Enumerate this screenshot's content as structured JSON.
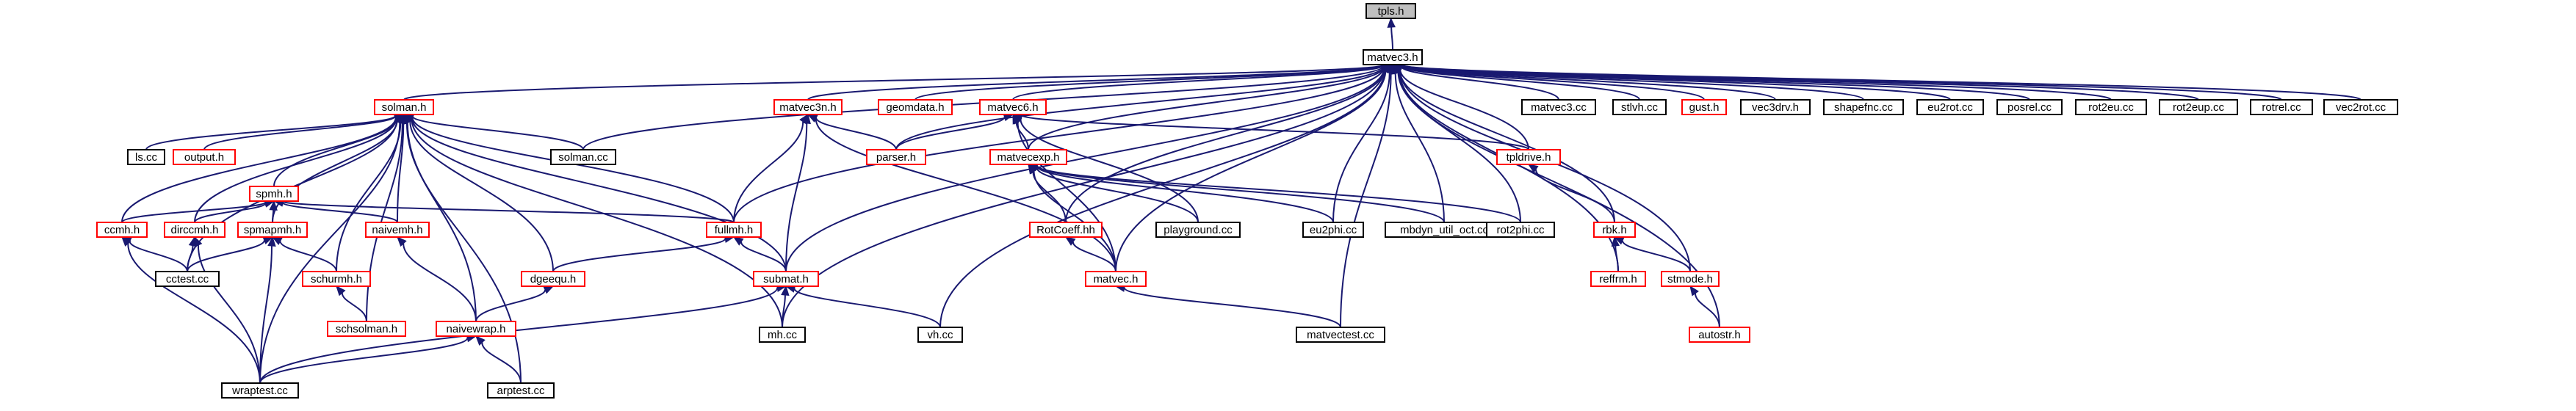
{
  "diagram": {
    "colors": {
      "background": "#ffffff",
      "edge": "#191970",
      "node_border_default": "#000000",
      "node_border_linked": "#ff0000",
      "node_fill_root": "#bfbfbf",
      "node_fill_default": "#ffffff"
    },
    "nodes": [
      {
        "id": "tpls_h",
        "label": "tpls.h",
        "style": "root"
      },
      {
        "id": "matvec3_h",
        "label": "matvec3.h",
        "style": "normal"
      },
      {
        "id": "solman_h",
        "label": "solman.h",
        "style": "linked"
      },
      {
        "id": "matvec3n_h",
        "label": "matvec3n.h",
        "style": "linked"
      },
      {
        "id": "geomdata_h",
        "label": "geomdata.h",
        "style": "linked"
      },
      {
        "id": "matvec6_h",
        "label": "matvec6.h",
        "style": "linked"
      },
      {
        "id": "matvec3_cc",
        "label": "matvec3.cc",
        "style": "normal"
      },
      {
        "id": "stlvh_cc",
        "label": "stlvh.cc",
        "style": "normal"
      },
      {
        "id": "gust_h",
        "label": "gust.h",
        "style": "linked"
      },
      {
        "id": "vec3drv_h",
        "label": "vec3drv.h",
        "style": "normal"
      },
      {
        "id": "shapefnc_cc",
        "label": "shapefnc.cc",
        "style": "normal"
      },
      {
        "id": "eu2rot_cc",
        "label": "eu2rot.cc",
        "style": "normal"
      },
      {
        "id": "posrel_cc",
        "label": "posrel.cc",
        "style": "normal"
      },
      {
        "id": "rot2eu_cc",
        "label": "rot2eu.cc",
        "style": "normal"
      },
      {
        "id": "rot2eup_cc",
        "label": "rot2eup.cc",
        "style": "normal"
      },
      {
        "id": "rotrel_cc",
        "label": "rotrel.cc",
        "style": "normal"
      },
      {
        "id": "vec2rot_cc",
        "label": "vec2rot.cc",
        "style": "normal"
      },
      {
        "id": "ls_cc",
        "label": "ls.cc",
        "style": "normal"
      },
      {
        "id": "output_h",
        "label": "output.h",
        "style": "linked"
      },
      {
        "id": "solman_cc",
        "label": "solman.cc",
        "style": "normal"
      },
      {
        "id": "parser_h",
        "label": "parser.h",
        "style": "linked"
      },
      {
        "id": "matvecexp_h",
        "label": "matvecexp.h",
        "style": "linked"
      },
      {
        "id": "tpldrive_h",
        "label": "tpldrive.h",
        "style": "linked"
      },
      {
        "id": "spmh_h",
        "label": "spmh.h",
        "style": "linked"
      },
      {
        "id": "ccmh_h",
        "label": "ccmh.h",
        "style": "linked"
      },
      {
        "id": "dirccmh_h",
        "label": "dirccmh.h",
        "style": "linked"
      },
      {
        "id": "spmapmh_h",
        "label": "spmapmh.h",
        "style": "linked"
      },
      {
        "id": "naivemh_h",
        "label": "naivemh.h",
        "style": "linked"
      },
      {
        "id": "fullmh_h",
        "label": "fullmh.h",
        "style": "linked"
      },
      {
        "id": "rotcoeff_hh",
        "label": "RotCoeff.hh",
        "style": "linked"
      },
      {
        "id": "playground_cc",
        "label": "playground.cc",
        "style": "normal"
      },
      {
        "id": "eu2phi_cc",
        "label": "eu2phi.cc",
        "style": "normal"
      },
      {
        "id": "mbdyn_util_oct_cc",
        "label": "mbdyn_util_oct.cc",
        "style": "normal"
      },
      {
        "id": "rot2phi_cc",
        "label": "rot2phi.cc",
        "style": "normal"
      },
      {
        "id": "rbk_h",
        "label": "rbk.h",
        "style": "linked"
      },
      {
        "id": "cctest_cc",
        "label": "cctest.cc",
        "style": "normal"
      },
      {
        "id": "schurmh_h",
        "label": "schurmh.h",
        "style": "linked"
      },
      {
        "id": "dgeequ_h",
        "label": "dgeequ.h",
        "style": "linked"
      },
      {
        "id": "submat_h",
        "label": "submat.h",
        "style": "linked"
      },
      {
        "id": "matvec_h",
        "label": "matvec.h",
        "style": "linked"
      },
      {
        "id": "reffrm_h",
        "label": "reffrm.h",
        "style": "linked"
      },
      {
        "id": "stmode_h",
        "label": "stmode.h",
        "style": "linked"
      },
      {
        "id": "schsolman_h",
        "label": "schsolman.h",
        "style": "linked"
      },
      {
        "id": "naivewrap_h",
        "label": "naivewrap.h",
        "style": "linked"
      },
      {
        "id": "mh_cc",
        "label": "mh.cc",
        "style": "normal"
      },
      {
        "id": "vh_cc",
        "label": "vh.cc",
        "style": "normal"
      },
      {
        "id": "matvectest_cc",
        "label": "matvectest.cc",
        "style": "normal"
      },
      {
        "id": "autostr_h",
        "label": "autostr.h",
        "style": "linked"
      },
      {
        "id": "wraptest_cc",
        "label": "wraptest.cc",
        "style": "normal"
      },
      {
        "id": "arptest_cc",
        "label": "arptest.cc",
        "style": "normal"
      }
    ],
    "edges": [
      {
        "from": "matvec3_h",
        "to": "tpls_h"
      },
      {
        "from": "solman_h",
        "to": "matvec3_h"
      },
      {
        "from": "matvec3n_h",
        "to": "matvec3_h"
      },
      {
        "from": "geomdata_h",
        "to": "matvec3_h"
      },
      {
        "from": "matvec6_h",
        "to": "matvec3_h"
      },
      {
        "from": "matvec3_cc",
        "to": "matvec3_h"
      },
      {
        "from": "stlvh_cc",
        "to": "matvec3_h"
      },
      {
        "from": "gust_h",
        "to": "matvec3_h"
      },
      {
        "from": "vec3drv_h",
        "to": "matvec3_h"
      },
      {
        "from": "shapefnc_cc",
        "to": "matvec3_h"
      },
      {
        "from": "eu2rot_cc",
        "to": "matvec3_h"
      },
      {
        "from": "posrel_cc",
        "to": "matvec3_h"
      },
      {
        "from": "rot2eu_cc",
        "to": "matvec3_h"
      },
      {
        "from": "rot2eup_cc",
        "to": "matvec3_h"
      },
      {
        "from": "rotrel_cc",
        "to": "matvec3_h"
      },
      {
        "from": "vec2rot_cc",
        "to": "matvec3_h"
      },
      {
        "from": "solman_cc",
        "to": "matvec3_h"
      },
      {
        "from": "parser_h",
        "to": "matvec3_h"
      },
      {
        "from": "matvecexp_h",
        "to": "matvec3_h"
      },
      {
        "from": "tpldrive_h",
        "to": "matvec3_h"
      },
      {
        "from": "fullmh_h",
        "to": "matvec3_h"
      },
      {
        "from": "rotcoeff_hh",
        "to": "matvec3_h"
      },
      {
        "from": "eu2phi_cc",
        "to": "matvec3_h"
      },
      {
        "from": "mbdyn_util_oct_cc",
        "to": "matvec3_h"
      },
      {
        "from": "rot2phi_cc",
        "to": "matvec3_h"
      },
      {
        "from": "rbk_h",
        "to": "matvec3_h"
      },
      {
        "from": "submat_h",
        "to": "matvec3_h"
      },
      {
        "from": "matvec_h",
        "to": "matvec3_h"
      },
      {
        "from": "reffrm_h",
        "to": "matvec3_h"
      },
      {
        "from": "stmode_h",
        "to": "matvec3_h"
      },
      {
        "from": "mh_cc",
        "to": "matvec3_h"
      },
      {
        "from": "vh_cc",
        "to": "matvec3_h"
      },
      {
        "from": "matvectest_cc",
        "to": "matvec3_h"
      },
      {
        "from": "autostr_h",
        "to": "matvec3_h"
      },
      {
        "from": "ls_cc",
        "to": "solman_h"
      },
      {
        "from": "output_h",
        "to": "solman_h"
      },
      {
        "from": "solman_cc",
        "to": "solman_h"
      },
      {
        "from": "spmh_h",
        "to": "solman_h"
      },
      {
        "from": "ccmh_h",
        "to": "solman_h"
      },
      {
        "from": "dirccmh_h",
        "to": "solman_h"
      },
      {
        "from": "spmapmh_h",
        "to": "solman_h"
      },
      {
        "from": "naivemh_h",
        "to": "solman_h"
      },
      {
        "from": "fullmh_h",
        "to": "solman_h"
      },
      {
        "from": "cctest_cc",
        "to": "solman_h"
      },
      {
        "from": "schurmh_h",
        "to": "solman_h"
      },
      {
        "from": "dgeequ_h",
        "to": "solman_h"
      },
      {
        "from": "submat_h",
        "to": "solman_h"
      },
      {
        "from": "schsolman_h",
        "to": "solman_h"
      },
      {
        "from": "naivewrap_h",
        "to": "solman_h"
      },
      {
        "from": "mh_cc",
        "to": "solman_h"
      },
      {
        "from": "wraptest_cc",
        "to": "solman_h"
      },
      {
        "from": "arptest_cc",
        "to": "solman_h"
      },
      {
        "from": "parser_h",
        "to": "matvec3n_h"
      },
      {
        "from": "fullmh_h",
        "to": "matvec3n_h"
      },
      {
        "from": "submat_h",
        "to": "matvec3n_h"
      },
      {
        "from": "matvec_h",
        "to": "matvec3n_h"
      },
      {
        "from": "parser_h",
        "to": "matvec6_h"
      },
      {
        "from": "matvecexp_h",
        "to": "matvec6_h"
      },
      {
        "from": "tpldrive_h",
        "to": "matvec6_h"
      },
      {
        "from": "playground_cc",
        "to": "matvec6_h"
      },
      {
        "from": "matvec_h",
        "to": "matvec6_h"
      },
      {
        "from": "rotcoeff_hh",
        "to": "matvecexp_h"
      },
      {
        "from": "playground_cc",
        "to": "matvecexp_h"
      },
      {
        "from": "eu2phi_cc",
        "to": "matvecexp_h"
      },
      {
        "from": "mbdyn_util_oct_cc",
        "to": "matvecexp_h"
      },
      {
        "from": "rot2phi_cc",
        "to": "matvecexp_h"
      },
      {
        "from": "matvec_h",
        "to": "matvecexp_h"
      },
      {
        "from": "rbk_h",
        "to": "tpldrive_h"
      },
      {
        "from": "ccmh_h",
        "to": "spmh_h"
      },
      {
        "from": "dirccmh_h",
        "to": "spmh_h"
      },
      {
        "from": "spmapmh_h",
        "to": "spmh_h"
      },
      {
        "from": "naivemh_h",
        "to": "spmh_h"
      },
      {
        "from": "fullmh_h",
        "to": "spmh_h"
      },
      {
        "from": "cctest_cc",
        "to": "ccmh_h"
      },
      {
        "from": "wraptest_cc",
        "to": "ccmh_h"
      },
      {
        "from": "cctest_cc",
        "to": "dirccmh_h"
      },
      {
        "from": "wraptest_cc",
        "to": "dirccmh_h"
      },
      {
        "from": "cctest_cc",
        "to": "spmapmh_h"
      },
      {
        "from": "schurmh_h",
        "to": "spmapmh_h"
      },
      {
        "from": "wraptest_cc",
        "to": "spmapmh_h"
      },
      {
        "from": "naivewrap_h",
        "to": "naivemh_h"
      },
      {
        "from": "dgeequ_h",
        "to": "fullmh_h"
      },
      {
        "from": "submat_h",
        "to": "fullmh_h"
      },
      {
        "from": "matvec_h",
        "to": "rotcoeff_hh"
      },
      {
        "from": "reffrm_h",
        "to": "rbk_h"
      },
      {
        "from": "stmode_h",
        "to": "rbk_h"
      },
      {
        "from": "schsolman_h",
        "to": "schurmh_h"
      },
      {
        "from": "naivewrap_h",
        "to": "dgeequ_h"
      },
      {
        "from": "mh_cc",
        "to": "submat_h"
      },
      {
        "from": "vh_cc",
        "to": "submat_h"
      },
      {
        "from": "wraptest_cc",
        "to": "submat_h"
      },
      {
        "from": "matvectest_cc",
        "to": "matvec_h"
      },
      {
        "from": "autostr_h",
        "to": "stmode_h"
      },
      {
        "from": "wraptest_cc",
        "to": "naivewrap_h"
      },
      {
        "from": "arptest_cc",
        "to": "naivewrap_h"
      }
    ]
  }
}
